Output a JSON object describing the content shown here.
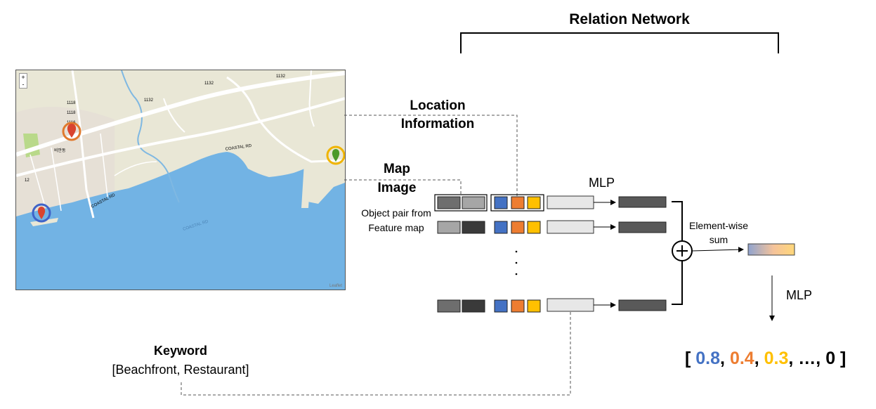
{
  "title": "Relation Network",
  "location_label": [
    "Location",
    "Information"
  ],
  "map_label": [
    "Map",
    "Image"
  ],
  "pair_label": [
    "Object pair from",
    "Feature map"
  ],
  "mlp_top": "MLP",
  "mlp_right": "MLP",
  "elementwise_label": [
    "Element-wise",
    "sum"
  ],
  "keyword": {
    "title": "Keyword",
    "text": "[Beachfront,  Restaurant]"
  },
  "output": {
    "open": "[ ",
    "values": [
      "0.8",
      "0.4",
      "0.3"
    ],
    "sep": ", ",
    "tail": "…, 0",
    "close": " ]",
    "colors": [
      "#4472C4",
      "#ED7D31",
      "#FFC000"
    ]
  },
  "map": {
    "zoom_in": "+",
    "zoom_out": "-",
    "road_labels": [
      "1132",
      "1132",
      "1132",
      "1118",
      "1118",
      "1116",
      "12",
      "COASTAL RD",
      "COASTAL RD",
      "COASTAL RD"
    ],
    "place_label": "비안동",
    "credit": "Leaflet",
    "markers": [
      {
        "name": "orange",
        "color": "#E07A2E",
        "pin": "#D9442F"
      },
      {
        "name": "yellow",
        "color": "#F0B400",
        "pin": "#4C9A2A"
      },
      {
        "name": "blue",
        "color": "#3F63C9",
        "pin": "#D9442F"
      }
    ]
  },
  "colors": {
    "feature_dark": "#3a3a3a",
    "feature_mid": "#6e6e6e",
    "feature_light": "#a6a6a6",
    "blue": "#4472C4",
    "orange": "#ED7D31",
    "yellow": "#FFC000",
    "mlp_output": "#595959",
    "concat": "#e7e7e7",
    "sea": "#72b3e4",
    "land": "#e9e7d6"
  }
}
